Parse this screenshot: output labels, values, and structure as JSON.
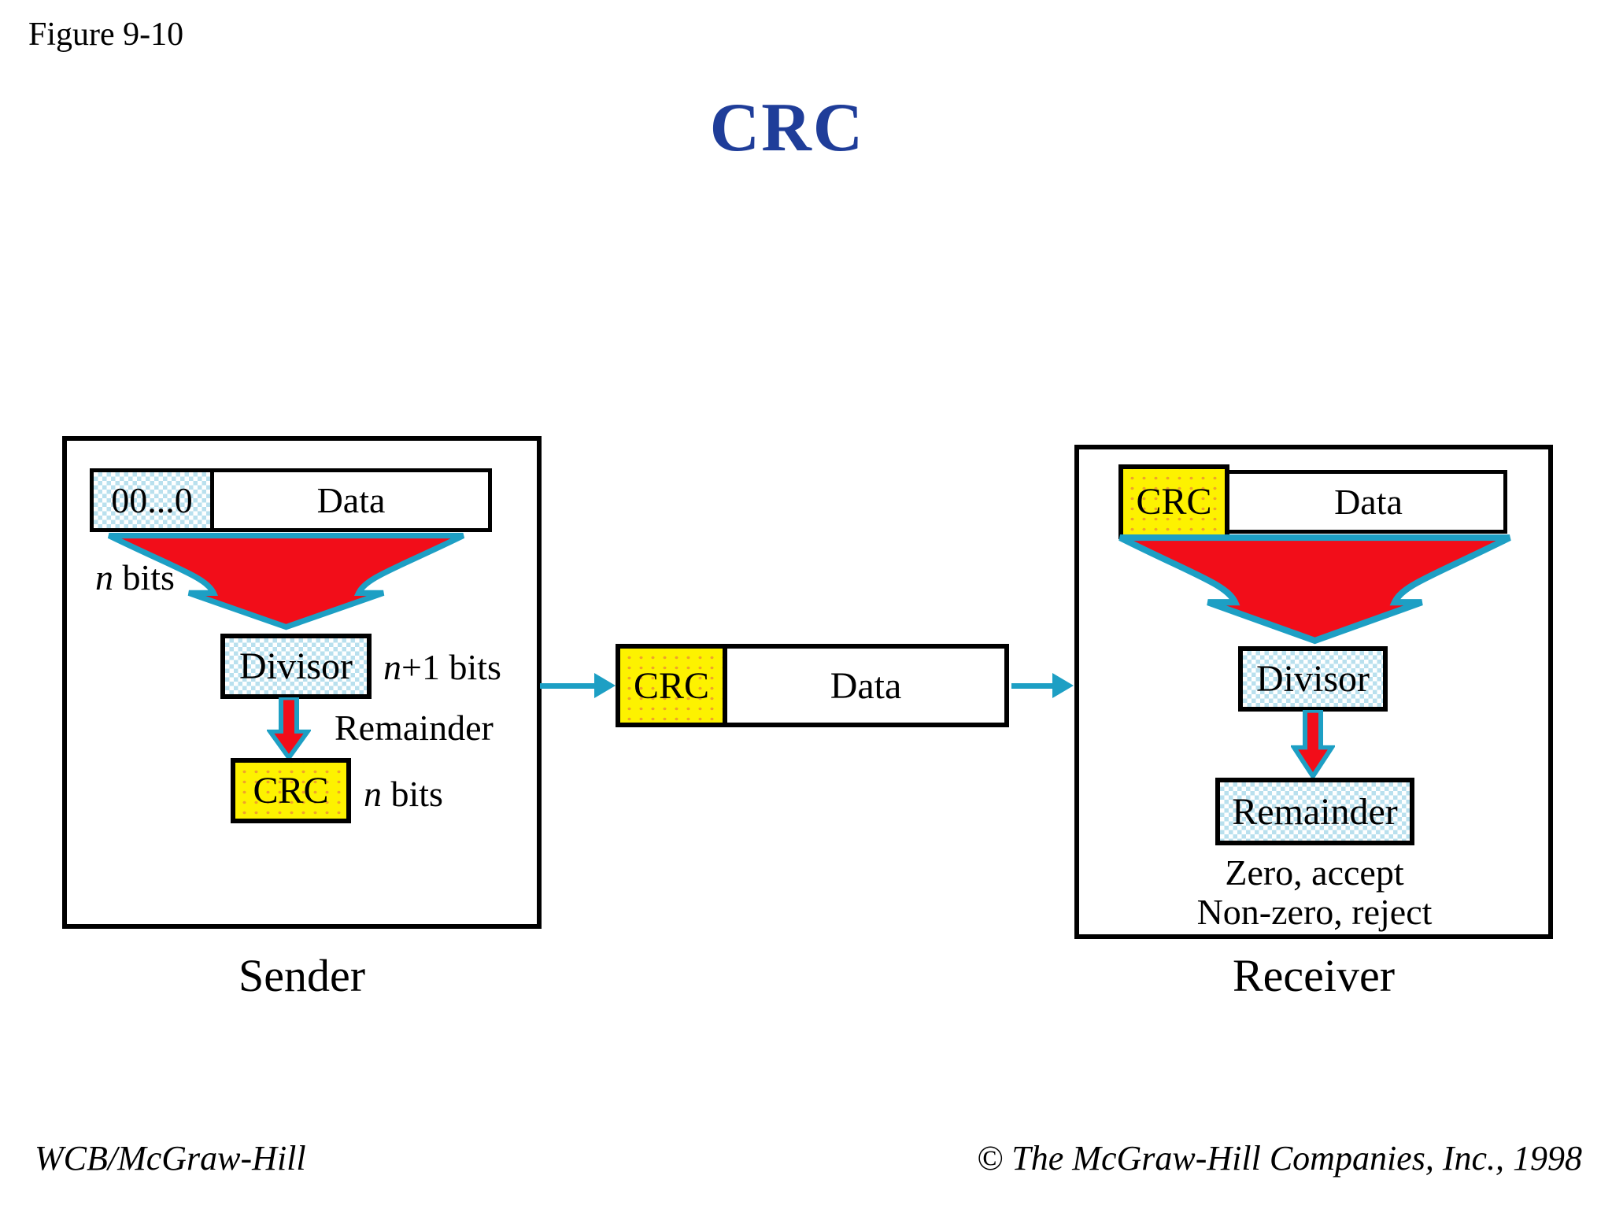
{
  "figure_label": "Figure 9-10",
  "title": "CRC",
  "colors": {
    "title-blue": "#1f3d99",
    "arrow-red": "#f20d19",
    "arrow-teal": "#1d9fc4",
    "checker-blue": "#b9e0ee",
    "fill-yellow": "#fdf200",
    "dot-orange": "#f0a32a"
  },
  "sender": {
    "zeros_label": "00...0",
    "data_label": "Data",
    "n_bits": {
      "n": "n",
      "text": " bits"
    },
    "divisor_label": "Divisor",
    "n_plus_1_bits": {
      "n": "n",
      "text": "+1 bits"
    },
    "remainder_label": "Remainder",
    "crc_label": "CRC",
    "crc_n_bits": {
      "n": "n",
      "text": " bits"
    },
    "caption": "Sender"
  },
  "channel": {
    "crc_label": "CRC",
    "data_label": "Data"
  },
  "receiver": {
    "crc_label": "CRC",
    "data_label": "Data",
    "divisor_label": "Divisor",
    "remainder_label": "Remainder",
    "zero_accept": "Zero, accept",
    "nonzero_reject": "Non-zero, reject",
    "caption": "Receiver"
  },
  "footer": {
    "left": "WCB/McGraw-Hill",
    "right": "© The McGraw-Hill Companies, Inc., 1998"
  }
}
